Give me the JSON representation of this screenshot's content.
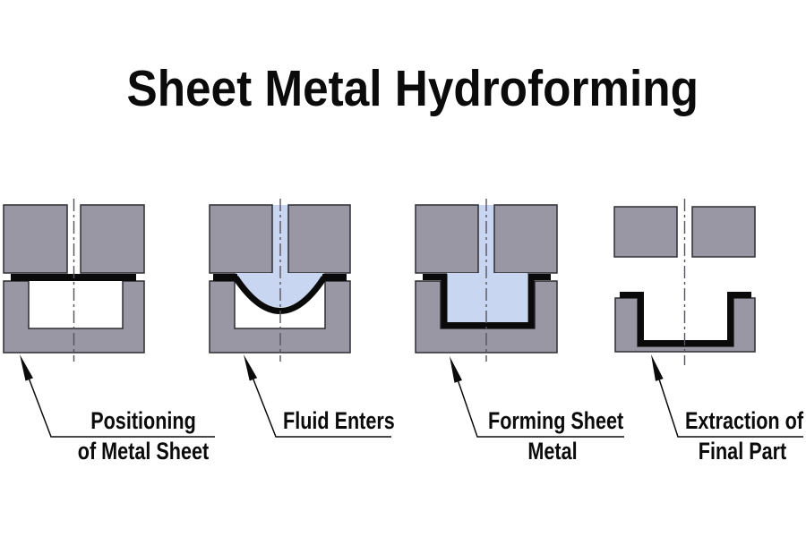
{
  "title": "Sheet Metal Hydroforming",
  "colors": {
    "background": "#ffffff",
    "die_gray": "#9997a3",
    "fluid_blue": "#c8d6f2",
    "sheet_black": "#0a0a0a",
    "outline": "#2e2d33",
    "centerline": "#55545c",
    "leader": "#0b0b0b",
    "text": "#0b0b0b"
  },
  "stages": [
    {
      "id": "positioning",
      "label_lines": [
        "Positioning",
        "of Metal Sheet"
      ]
    },
    {
      "id": "fluid-enters",
      "label_lines": [
        "Fluid Enters"
      ]
    },
    {
      "id": "forming",
      "label_lines": [
        "Forming Sheet",
        "Metal"
      ]
    },
    {
      "id": "extraction",
      "label_lines": [
        "Extraction of",
        "Final Part"
      ]
    }
  ]
}
